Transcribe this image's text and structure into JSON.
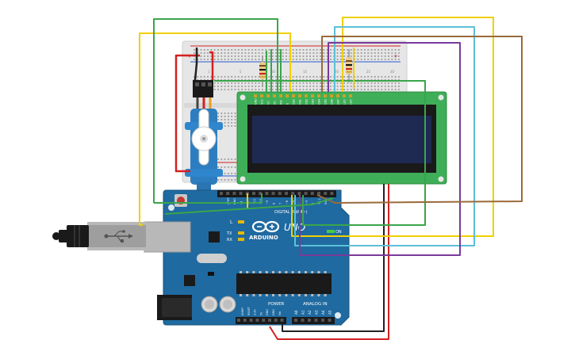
{
  "arduino": {
    "brand": "ARDUINO",
    "model": "UNO",
    "digital_label": "DIGITAL (PWM~)",
    "power_label": "POWER",
    "analog_label": "ANALOG IN",
    "on_label": "ON",
    "led_l": "L",
    "led_tx": "TX",
    "led_rx": "RX",
    "aref": "AREF",
    "gnd": "GND",
    "pin_labels_digital": [
      "13",
      "12",
      "~11",
      "~10",
      "~9",
      "8",
      "7",
      "~6",
      "~5",
      "4",
      "~3",
      "2",
      "TX 1",
      "RX 0"
    ],
    "pin_labels_power": [
      "IOREF",
      "RESET",
      "3.3V",
      "5V",
      "GND",
      "GND",
      "Vin"
    ],
    "pin_labels_analog": [
      "A0",
      "A1",
      "A2",
      "A3",
      "A4",
      "A5"
    ]
  },
  "lcd": {
    "pin_labels": [
      "GND",
      "VCC",
      "V0",
      "RS",
      "RW",
      "E",
      "DB0",
      "DB1",
      "DB2",
      "DB3",
      "DB4",
      "DB5",
      "DB6",
      "DB7",
      "LED",
      "LED"
    ]
  },
  "breadboard": {
    "row_numbers": [
      "1",
      "5",
      "10",
      "15",
      "20",
      "25",
      "30"
    ]
  },
  "colors": {
    "board": "#1f6aa0",
    "lcd_pcb": "#3fae58",
    "lcd_screen": "#1e2a52",
    "breadboard": "#e6e6e6",
    "servo": "#2d7ec0",
    "wire_yellow": "#f0d000",
    "wire_green": "#3aa54a",
    "wire_cyan": "#5bc0d8",
    "wire_purple": "#7a3a9a",
    "wire_brown": "#9a6a3a",
    "wire_red": "#d42020",
    "wire_black": "#222222"
  },
  "icons": [
    "usb-plug-icon",
    "usb-symbol-icon",
    "arduino-infinity-logo-icon",
    "servo-horn-icon",
    "reset-button-icon"
  ]
}
